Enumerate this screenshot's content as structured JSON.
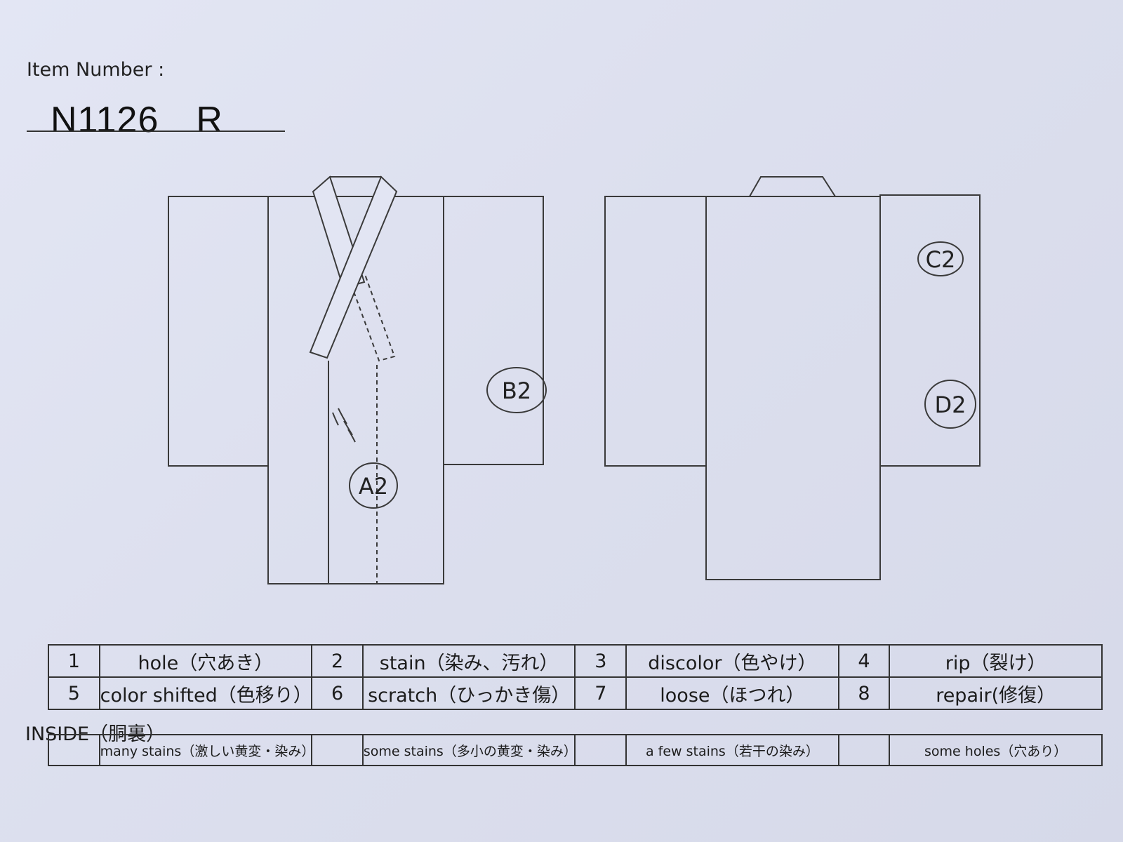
{
  "header": {
    "item_number_label": "Item Number :",
    "item_number_value": "N1126　R"
  },
  "annotations": {
    "front_marks": [
      "A2",
      "B2"
    ],
    "back_marks": [
      "C2",
      "D2"
    ]
  },
  "defect_codes": {
    "rows": [
      [
        {
          "num": "1",
          "label": "hole（穴あき）"
        },
        {
          "num": "2",
          "label": "stain（染み、汚れ）"
        },
        {
          "num": "3",
          "label": "discolor（色やけ）"
        },
        {
          "num": "4",
          "label": "rip（裂け）"
        }
      ],
      [
        {
          "num": "5",
          "label": "color shifted（色移り）"
        },
        {
          "num": "6",
          "label": "scratch（ひっかき傷）"
        },
        {
          "num": "7",
          "label": "loose（ほつれ）"
        },
        {
          "num": "8",
          "label": "repair(修復）"
        }
      ]
    ]
  },
  "inside": {
    "title": "INSIDE（胴裏）",
    "items": [
      "many stains（激しい黄変・染み）",
      "some stains（多小の黄変・染み）",
      "a few stains（若干の染み）",
      "some holes（穴あり）"
    ]
  }
}
